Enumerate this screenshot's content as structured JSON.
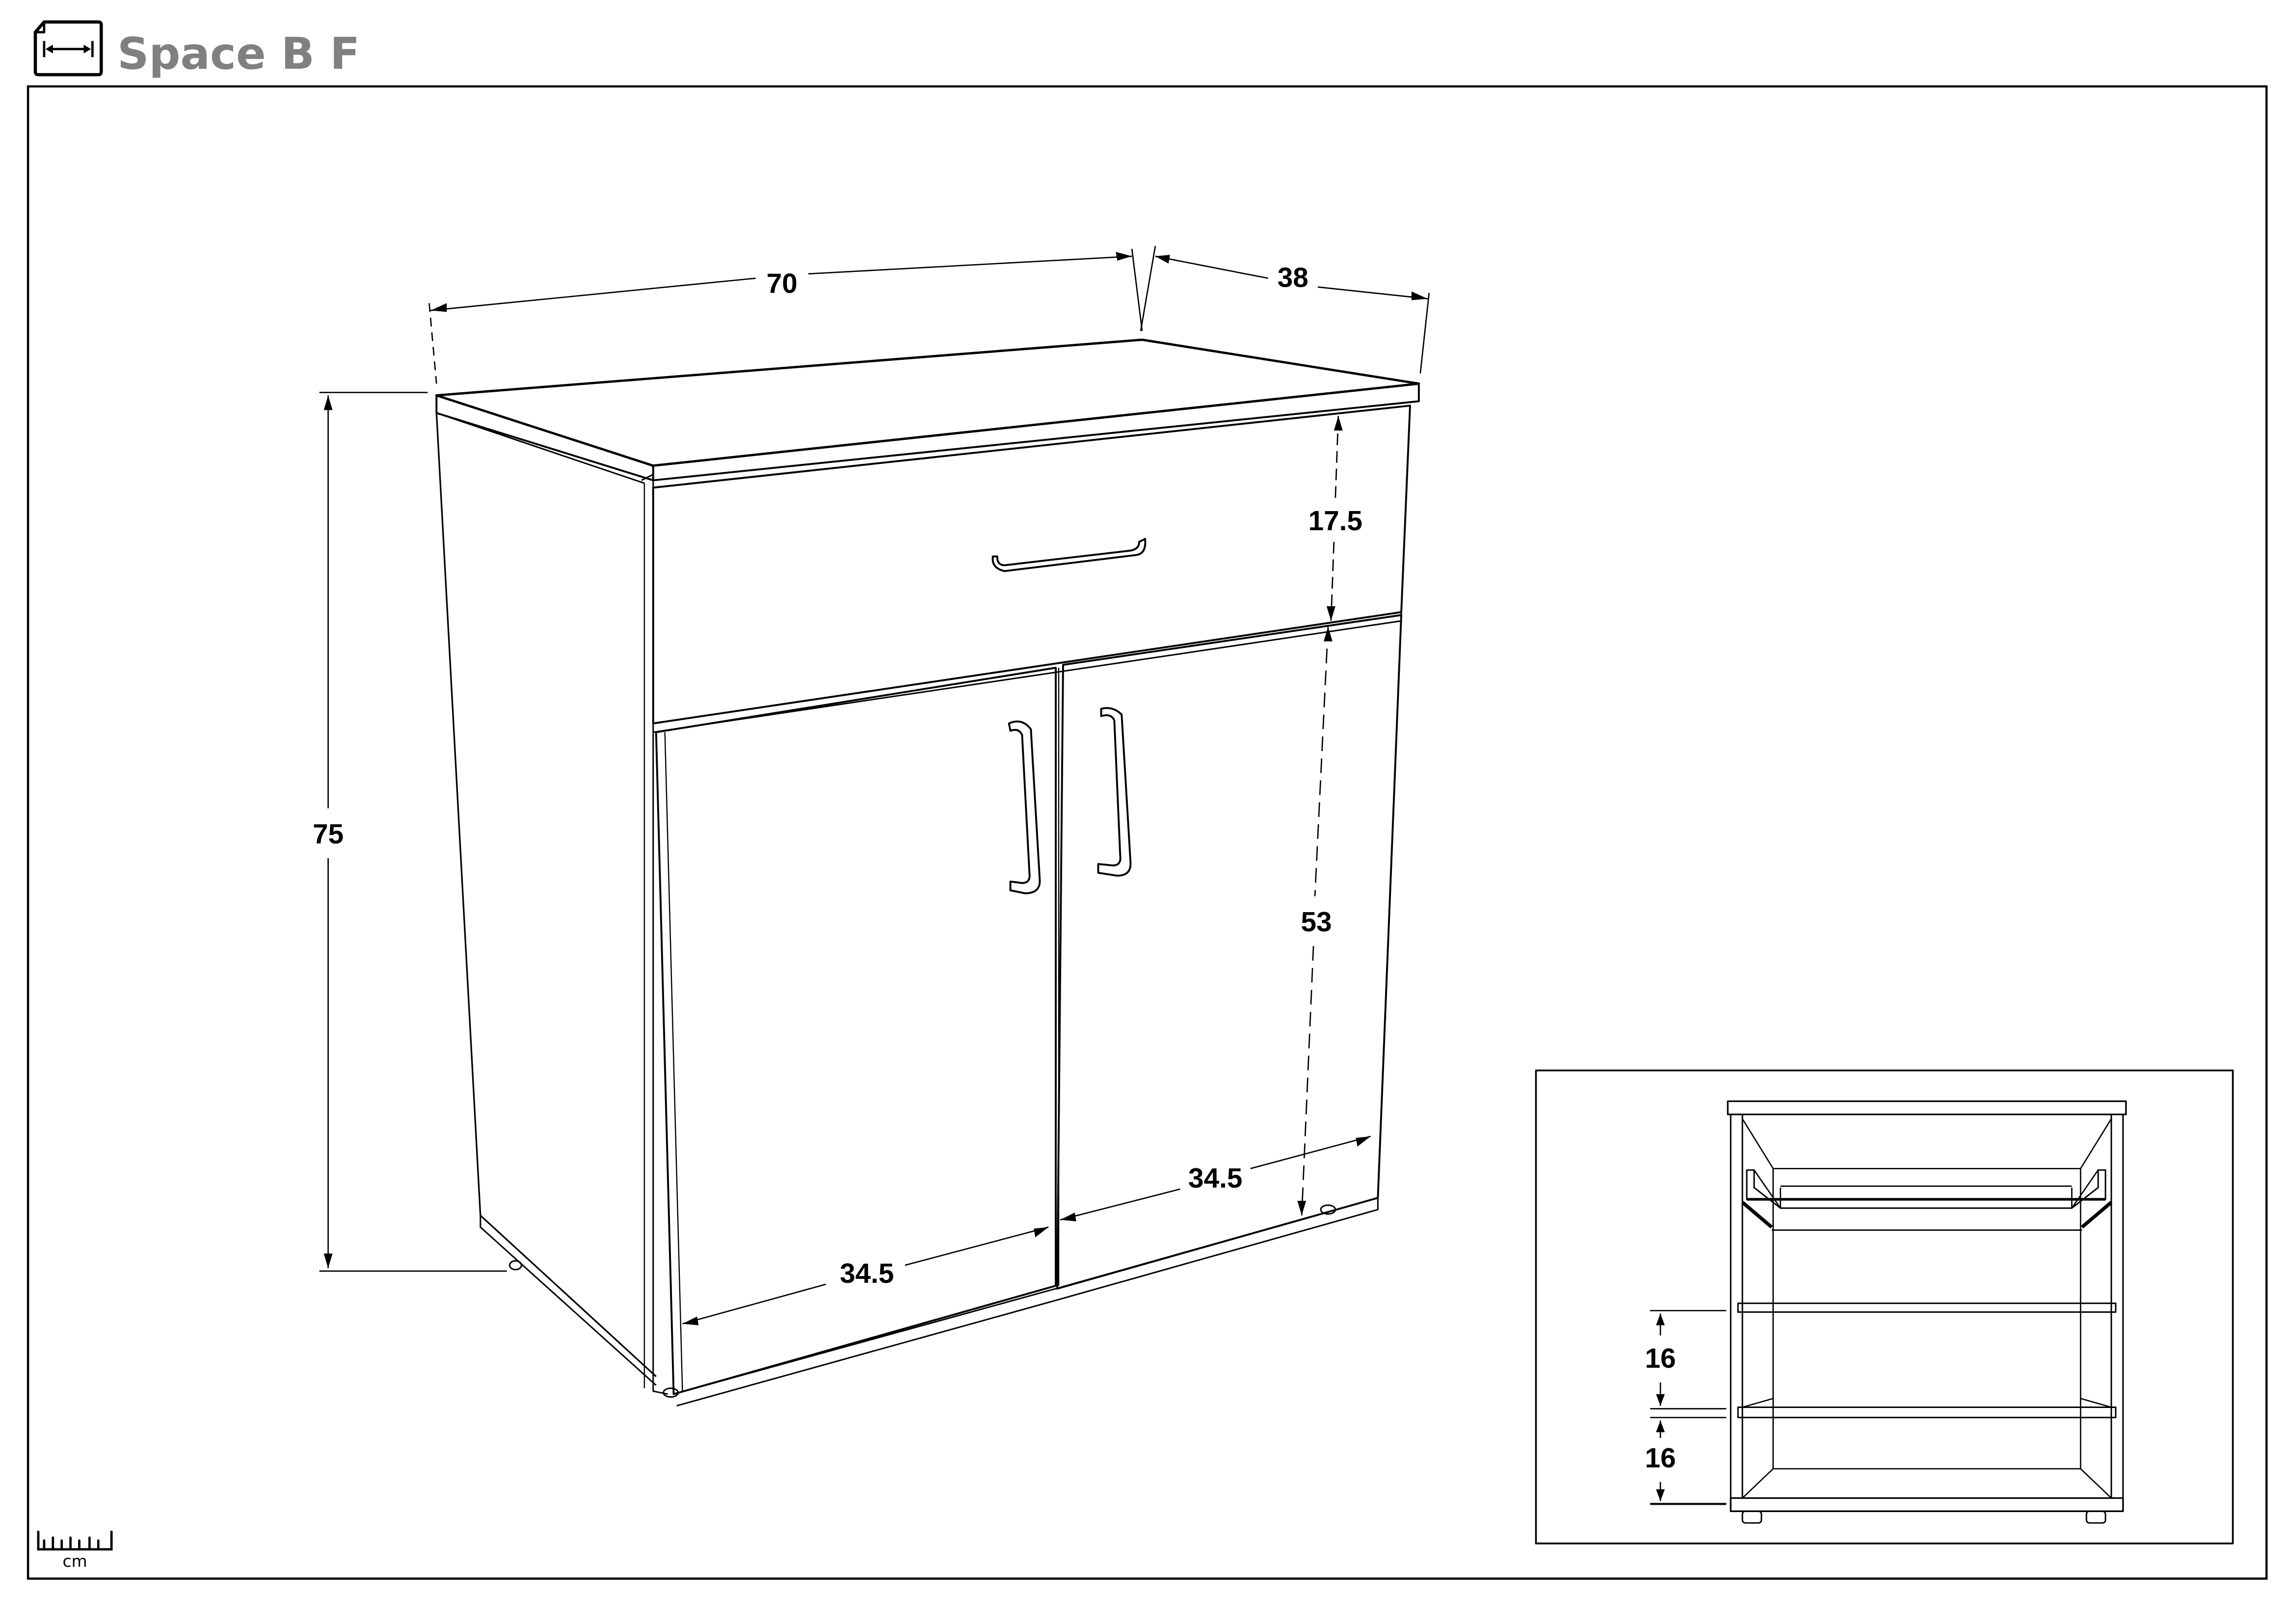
{
  "header": {
    "title": "Space B F",
    "icon": "dimensions-document-icon"
  },
  "main_view": {
    "dimensions": {
      "width": "70",
      "depth": "38",
      "height": "75",
      "drawer_height": "17.5",
      "door_height": "53",
      "door_width_left": "34.5",
      "door_width_right": "34.5"
    }
  },
  "inset_view": {
    "shelf_spacing_upper": "16",
    "shelf_spacing_lower": "16"
  },
  "scale": {
    "icon": "ruler-icon",
    "unit": "cm"
  },
  "colors": {
    "title": "#808080",
    "line": "#000000",
    "background": "#ffffff"
  }
}
